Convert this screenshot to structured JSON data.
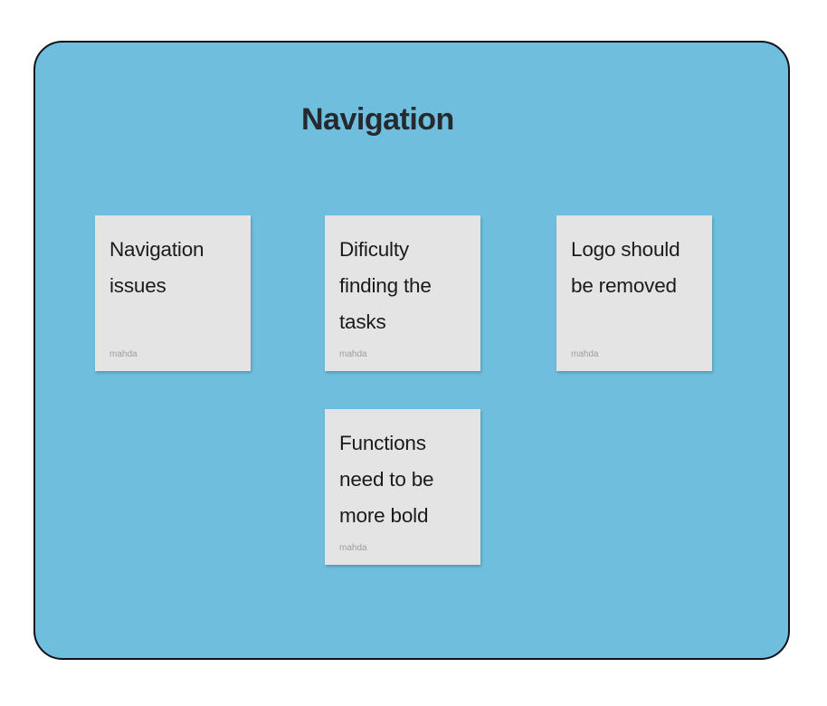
{
  "colors": {
    "section-fill": "#6FBEDE",
    "section-border": "#111318",
    "title-color": "#26292E",
    "note-fill": "#E4E4E4",
    "note-text-color": "#1B1B1D",
    "note-author-color": "#9E9E9E"
  },
  "section": {
    "title": "Navigation"
  },
  "notes": [
    {
      "text": "Navigation issues",
      "author": "mahda"
    },
    {
      "text": "Dificulty finding the tasks",
      "author": "mahda"
    },
    {
      "text": "Logo should be removed",
      "author": "mahda"
    },
    {
      "text": "Functions need to be more bold",
      "author": "mahda"
    }
  ]
}
